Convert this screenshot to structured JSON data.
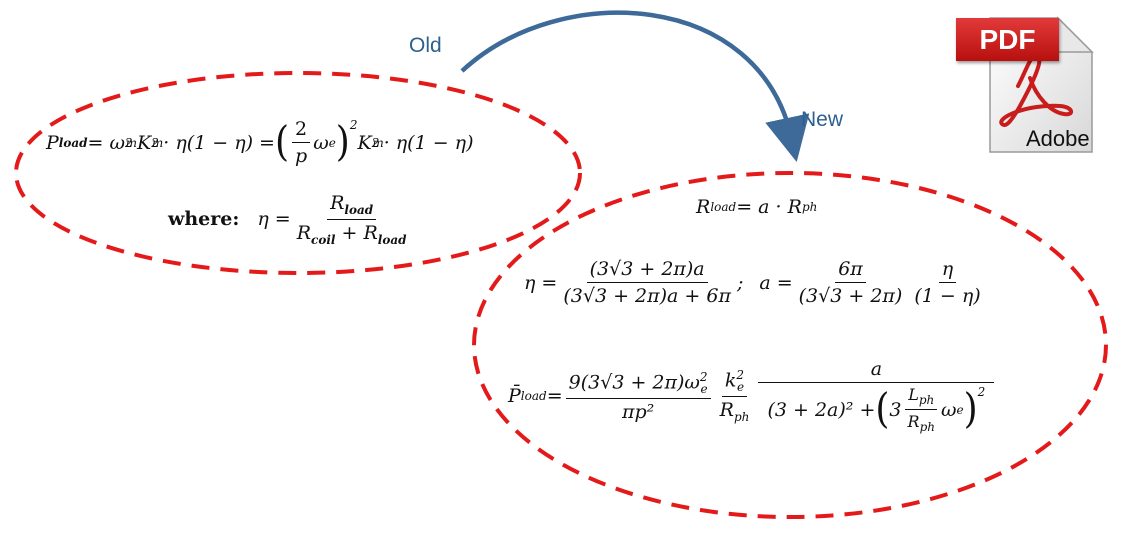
{
  "labels": {
    "old": "Old",
    "new": "New"
  },
  "pdf_icon": {
    "badge": "PDF",
    "brand": "Adobe"
  },
  "colors": {
    "ellipse": "#e41a1a",
    "arrow": "#3d6a99",
    "label": "#2d5f8f",
    "pdf_red": "#c91d1d"
  },
  "old_equations": {
    "p_load": {
      "P": "P",
      "sub_load": "load",
      "eq1": " = ω",
      "sup2a": "2",
      "sub_m1": "m",
      "K1": " K",
      "sup2b": "2",
      "sub_m2": "m",
      "tail1": " · η(1 − η) = ",
      "frac_num": "2",
      "frac_den": "p",
      "omega": "ω",
      "sub_e": "e",
      "sup2c": "2",
      "K2": " K",
      "sup2d": "2",
      "sub_m3": "m",
      "tail2": " · η(1 − η)"
    },
    "eta": {
      "where": "where:",
      "eta": "η = ",
      "num_R": "R",
      "num_sub": "load",
      "den_R1": "R",
      "den_sub1": "coil",
      "den_plus": " + R",
      "den_sub2": "load"
    }
  },
  "new_equations": {
    "r_load": {
      "R": "R",
      "sub_load": "load",
      "rhs": " = a · R",
      "sub_ph": "ph"
    },
    "eta_a": {
      "eta": "η = ",
      "num": "(3√3 + 2π)a",
      "den": "(3√3 + 2π)a + 6π",
      "sep": ";",
      "a": "a = ",
      "num2": "6π",
      "den2": "(3√3 + 2π)",
      "num3": "η",
      "den3": "(1 − η)"
    },
    "p_bar": {
      "P": "P̄",
      "sub_load": "load",
      "eq": " = ",
      "num1": "9(3√3 + 2π)ω",
      "num1_sup": "2",
      "num1_sub": "e",
      "den1": "πp²",
      "num2": "k",
      "num2_sup": "2",
      "num2_sub": "e",
      "den2": "R",
      "den2_sub": "ph",
      "num3": "a",
      "den3_a": "(3 + 2a)² + ",
      "den3_b": "3",
      "den3_frac_num": "L",
      "den3_frac_num_sub": "ph",
      "den3_frac_den": "R",
      "den3_frac_den_sub": "ph",
      "den3_omega": "ω",
      "den3_omega_sub": "e",
      "den3_sup": "2"
    }
  }
}
